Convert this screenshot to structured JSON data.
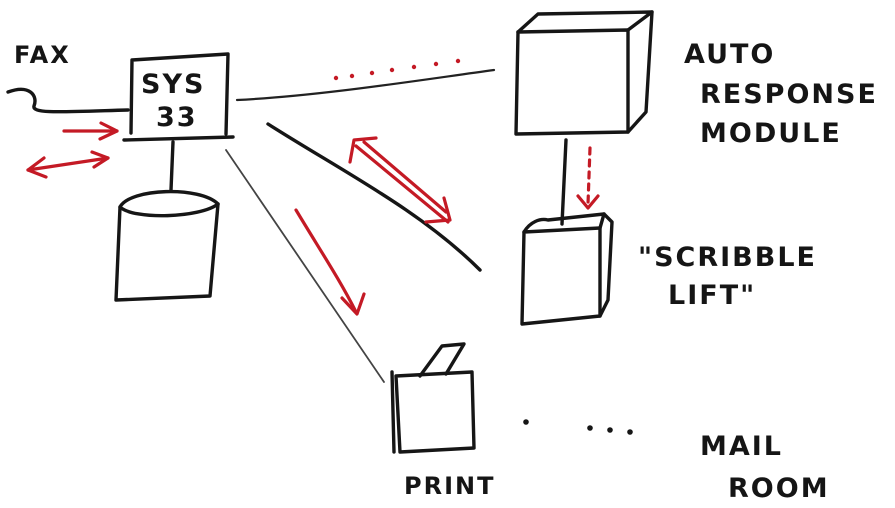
{
  "labels": {
    "fax": "FAX",
    "sys_line1": "SYS",
    "sys_line2": "33",
    "auto_response_1": "AUTO",
    "auto_response_2": "RESPONSE",
    "auto_response_3": "MODULE",
    "scribble_lift_1": "\"SCRIBBLE",
    "scribble_lift_2": "LIFT\"",
    "print": "PRINT",
    "mail_room_1": "MAIL",
    "mail_room_2": "ROOM"
  },
  "colors": {
    "ink": "#161616",
    "accent_red": "#c41a25",
    "background": "#ffffff"
  }
}
